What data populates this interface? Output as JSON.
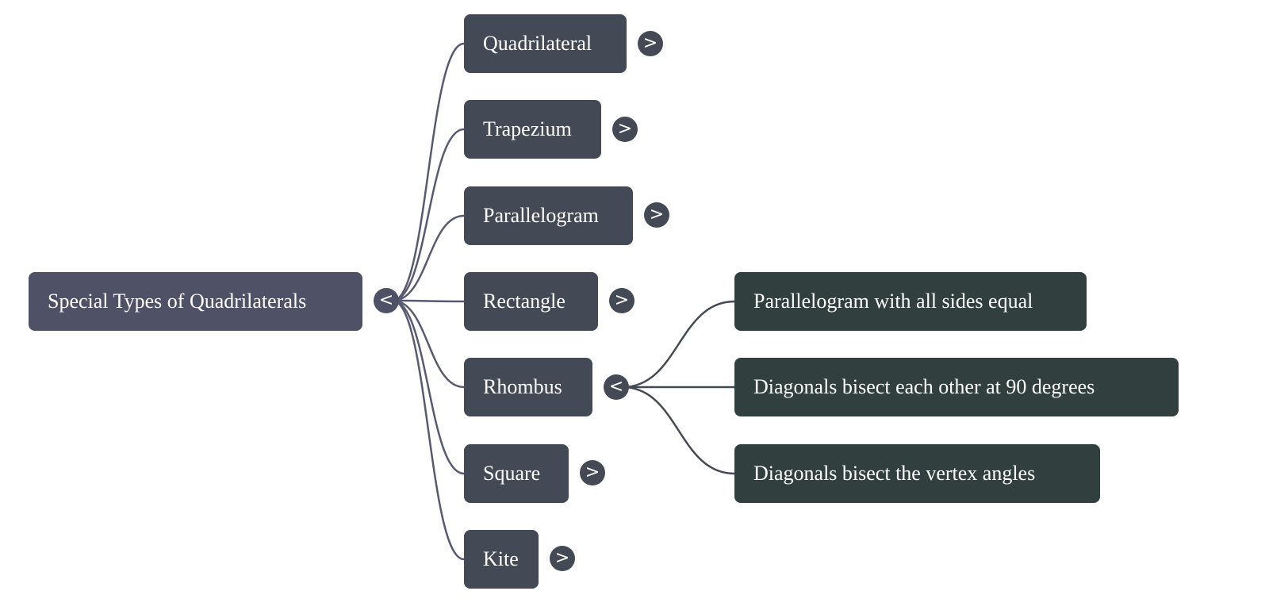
{
  "root": {
    "label": "Special Types of Quadrilaterals",
    "toggle": "<",
    "expanded": true
  },
  "children": [
    {
      "label": "Quadrilateral",
      "toggle": ">",
      "expanded": false
    },
    {
      "label": "Trapezium",
      "toggle": ">",
      "expanded": false
    },
    {
      "label": "Parallelogram",
      "toggle": ">",
      "expanded": false
    },
    {
      "label": "Rectangle",
      "toggle": ">",
      "expanded": false
    },
    {
      "label": "Rhombus",
      "toggle": "<",
      "expanded": true,
      "children": [
        {
          "label": "Parallelogram with all sides equal"
        },
        {
          "label": "Diagonals bisect each other at 90 degrees"
        },
        {
          "label": "Diagonals bisect the vertex angles"
        }
      ]
    },
    {
      "label": "Square",
      "toggle": ">",
      "expanded": false
    },
    {
      "label": "Kite",
      "toggle": ">",
      "expanded": false
    }
  ],
  "colors": {
    "root": "#4f5166",
    "child": "#434a55",
    "leaf": "#31403e",
    "edge_root": "#575a70",
    "edge_child": "#434a55"
  }
}
